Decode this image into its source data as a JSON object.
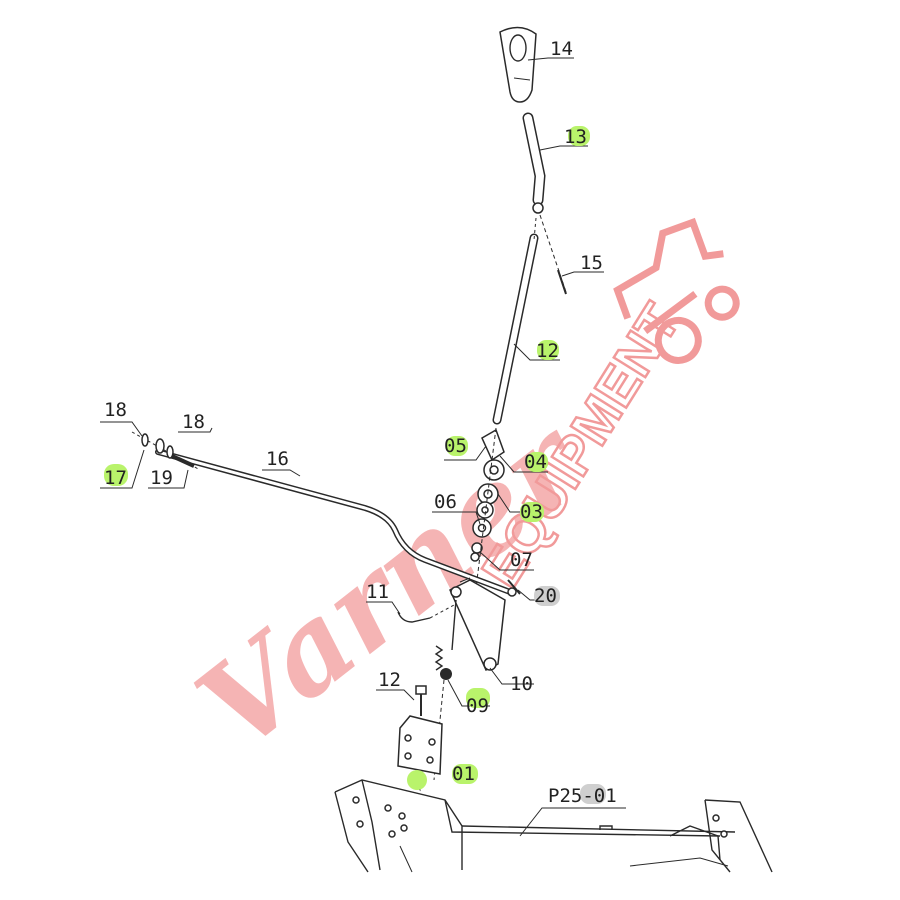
{
  "watermark": {
    "script": "Varner",
    "block": "EQUIPMENT"
  },
  "assembly_ref": "P25-01",
  "parts": [
    {
      "id": "p14",
      "label": "14",
      "highlight": false
    },
    {
      "id": "p13",
      "label": "13",
      "highlight": true
    },
    {
      "id": "p15",
      "label": "15",
      "highlight": false
    },
    {
      "id": "p12",
      "label": "12",
      "highlight": true
    },
    {
      "id": "p05",
      "label": "05",
      "highlight": true
    },
    {
      "id": "p04",
      "label": "04",
      "highlight": true
    },
    {
      "id": "p03",
      "label": "03",
      "highlight": true
    },
    {
      "id": "p06",
      "label": "06",
      "highlight": false
    },
    {
      "id": "p07",
      "label": "07",
      "highlight": false
    },
    {
      "id": "p20",
      "label": "20",
      "highlight": false
    },
    {
      "id": "p16",
      "label": "16",
      "highlight": false
    },
    {
      "id": "p18a",
      "label": "18",
      "highlight": false
    },
    {
      "id": "p18b",
      "label": "18",
      "highlight": false
    },
    {
      "id": "p17",
      "label": "17",
      "highlight": true
    },
    {
      "id": "p19",
      "label": "19",
      "highlight": false
    },
    {
      "id": "p11",
      "label": "11",
      "highlight": false
    },
    {
      "id": "p10",
      "label": "10",
      "highlight": false
    },
    {
      "id": "p09",
      "label": "09",
      "highlight": true
    },
    {
      "id": "p12b",
      "label": "12",
      "highlight": false
    },
    {
      "id": "p01",
      "label": "01",
      "highlight": true
    }
  ]
}
